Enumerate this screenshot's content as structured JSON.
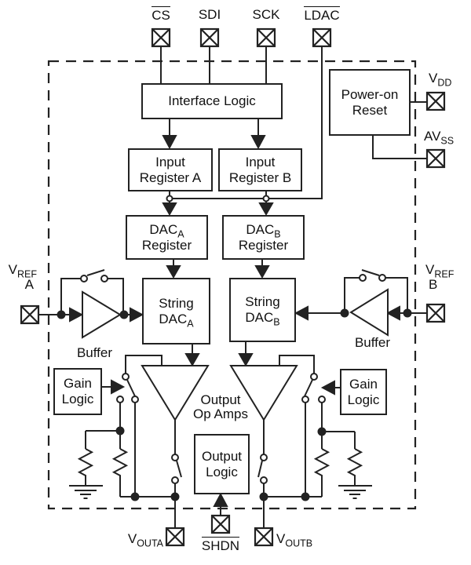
{
  "pins": {
    "cs": {
      "label": "CS"
    },
    "sdi": {
      "label": "SDI"
    },
    "sck": {
      "label": "SCK"
    },
    "ldac": {
      "label": "LDAC"
    },
    "vdd": {
      "main": "V",
      "sub": "DD"
    },
    "avss": {
      "main": "AV",
      "sub": "SS"
    },
    "vref_a": {
      "main": "V",
      "sub": "REF",
      "line2": "A"
    },
    "vref_b": {
      "main": "V",
      "sub": "REF",
      "line2": "B"
    },
    "vouta": {
      "main": "V",
      "sub": "OUTA"
    },
    "voutb": {
      "main": "V",
      "sub": "OUTB"
    },
    "shdn": {
      "label": "SHDN"
    }
  },
  "blocks": {
    "interface_logic": {
      "label": "Interface Logic"
    },
    "power_on_reset": {
      "line1": "Power-on",
      "line2": "Reset"
    },
    "input_reg_a": {
      "line1": "Input",
      "line2": "Register A"
    },
    "input_reg_b": {
      "line1": "Input",
      "line2": "Register B"
    },
    "dac_a_register": {
      "main": "DAC",
      "sub": "A",
      "line2": "Register"
    },
    "dac_b_register": {
      "main": "DAC",
      "sub": "B",
      "line2": "Register"
    },
    "string_dac_a": {
      "line1": "String",
      "main": "DAC",
      "sub": "A"
    },
    "string_dac_b": {
      "line1": "String",
      "main": "DAC",
      "sub": "B"
    },
    "gain_logic_left": {
      "line1": "Gain",
      "line2": "Logic"
    },
    "gain_logic_right": {
      "line1": "Gain",
      "line2": "Logic"
    },
    "output_op_amps": {
      "line1": "Output",
      "line2": "Op Amps"
    },
    "output_logic": {
      "line1": "Output",
      "line2": "Logic"
    },
    "buffer_left": {
      "label": "Buffer"
    },
    "buffer_right": {
      "label": "Buffer"
    }
  },
  "colors": {
    "line": "#222222",
    "text": "#111111",
    "background": "#ffffff"
  }
}
